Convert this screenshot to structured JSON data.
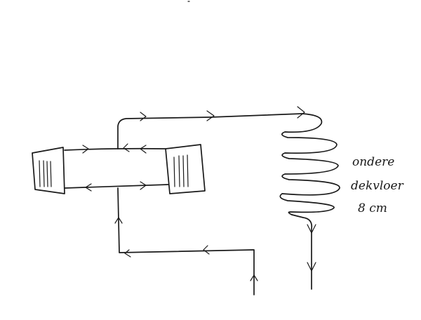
{
  "diagram": {
    "ink_color": "#1a1a1a",
    "background": "#ffffff",
    "labels": {
      "line1": "ondere",
      "line2": "dekvloer",
      "line3": "8 cm"
    },
    "components": [
      {
        "id": "radiator-left",
        "icon": "radiator-icon"
      },
      {
        "id": "radiator-right",
        "icon": "radiator-icon"
      },
      {
        "id": "floor-heating-coil",
        "icon": "coil-icon"
      }
    ]
  }
}
